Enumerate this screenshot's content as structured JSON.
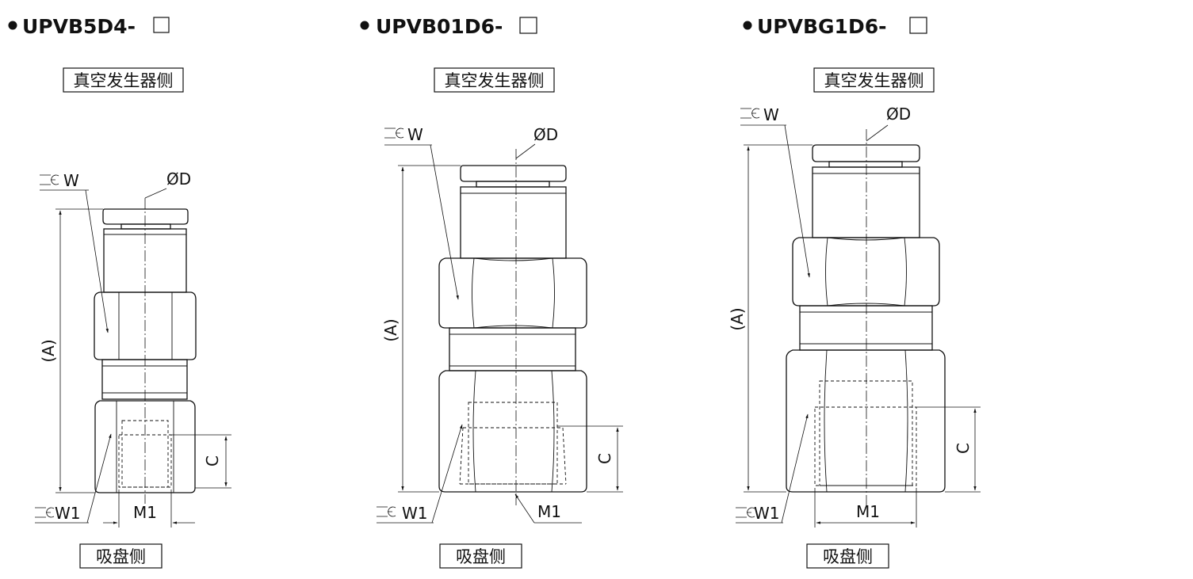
{
  "fittings": [
    {
      "model": "UPVB5D4-",
      "top_side": "真空发生器侧",
      "bottom_side": "吸盘侧",
      "labels": {
        "width_across_flats": "W",
        "tube_od": "ØD",
        "length": "(A)",
        "thread_depth": "C",
        "width_across_flats_1": "W1",
        "thread": "M1"
      }
    },
    {
      "model": "UPVB01D6-",
      "top_side": "真空发生器侧",
      "bottom_side": "吸盘侧",
      "labels": {
        "width_across_flats": "W",
        "tube_od": "ØD",
        "length": "(A)",
        "thread_depth": "C",
        "width_across_flats_1": "W1",
        "thread": "M1"
      }
    },
    {
      "model": "UPVBG1D6-",
      "top_side": "真空发生器侧",
      "bottom_side": "吸盘侧",
      "labels": {
        "width_across_flats": "W",
        "tube_od": "ØD",
        "length": "(A)",
        "thread_depth": "C",
        "width_across_flats_1": "W1",
        "thread": "M1"
      }
    }
  ],
  "icons": {
    "spanner": "spanner-icon",
    "bullet": "bullet-icon",
    "model_suffix_box": "empty-box-icon"
  }
}
